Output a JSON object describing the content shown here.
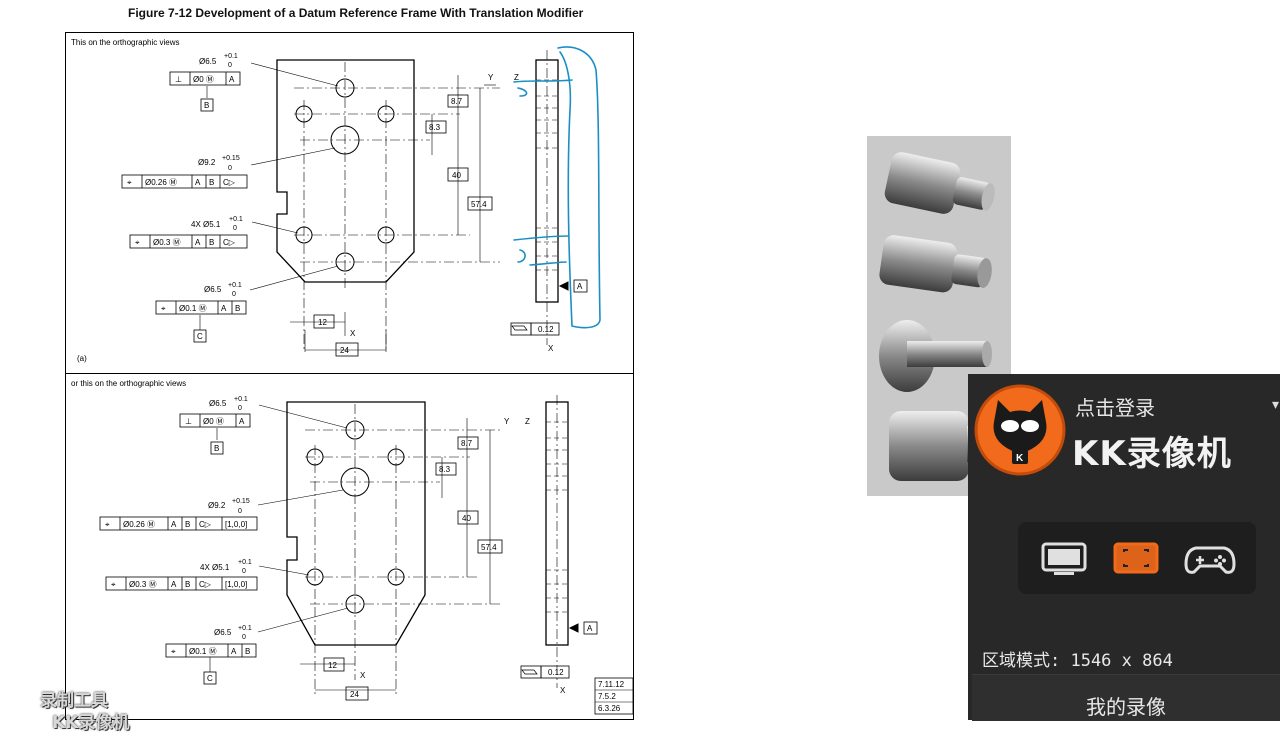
{
  "figure": {
    "title": "Figure 7-12 Development of a Datum Reference Frame With Translation Modifier",
    "panel_a": {
      "caption": "This  on  the  orthographic  views",
      "label": "(a)",
      "fcf_datum_b": [
        "⊥",
        "Ø0 Ⓜ",
        "A"
      ],
      "datum_b": "B",
      "hole_top": "Ø6.5",
      "hole_big": "Ø9.2",
      "hole_4x": "4X Ø5.1",
      "hole_bottom": "Ø6.5",
      "tol_01": "+0.1",
      "tol_015": "+0.15",
      "tol_0": "0",
      "fcf_big": [
        "⌖",
        "Ø0.26 Ⓜ",
        "A",
        "B",
        "C▷"
      ],
      "fcf_4x": [
        "⌖",
        "Ø0.3 Ⓜ",
        "A",
        "B",
        "C▷"
      ],
      "fcf_bottom": [
        "⌖",
        "Ø0.1 Ⓜ",
        "A",
        "B"
      ],
      "datum_c": "C",
      "datum_a": "A",
      "dim_87": "8.7",
      "dim_83": "8.3",
      "dim_40": "40",
      "dim_574": "57.4",
      "dim_12": "12",
      "dim_24": "24",
      "flat": "0.12",
      "axis_x": "X",
      "axis_y": "Y",
      "axis_z": "Z"
    },
    "panel_b": {
      "caption": "or  this  on  the  orthographic  views",
      "fcf_big": [
        "⌖",
        "Ø0.26 Ⓜ",
        "A",
        "B",
        "C▷",
        "[1,0,0]"
      ],
      "fcf_4x": [
        "⌖",
        "Ø0.3 Ⓜ",
        "A",
        "B",
        "C▷",
        "[1,0,0]"
      ],
      "ref": [
        "7.11.12",
        "7.5.2",
        "6.3.26"
      ]
    }
  },
  "kk_recorder": {
    "login": "点击登录",
    "app_name": "KK录像机",
    "area_mode": "区域模式: 1546 x 864",
    "my_recordings": "我的录像",
    "accent": "#f26a1b"
  },
  "watermark": {
    "line1": "录制工具",
    "line2": "KK录像机"
  }
}
